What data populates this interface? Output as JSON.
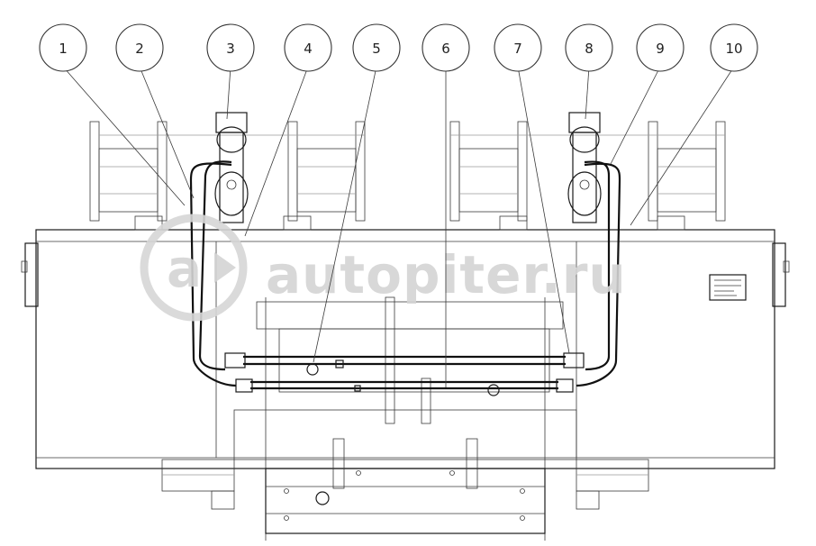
{
  "callouts": [
    {
      "label": "1"
    },
    {
      "label": "2"
    },
    {
      "label": "3"
    },
    {
      "label": "4"
    },
    {
      "label": "5"
    },
    {
      "label": "6"
    },
    {
      "label": "7"
    },
    {
      "label": "8"
    },
    {
      "label": "9"
    },
    {
      "label": "10"
    }
  ],
  "watermark": {
    "text": "autopiter.ru",
    "logo": "a"
  },
  "icons": {
    "watermark_logo": "autopiter-logo-icon"
  },
  "colors": {
    "line": "#1a1a1a",
    "watermark": "#d4d4d4",
    "background": "#ffffff"
  }
}
